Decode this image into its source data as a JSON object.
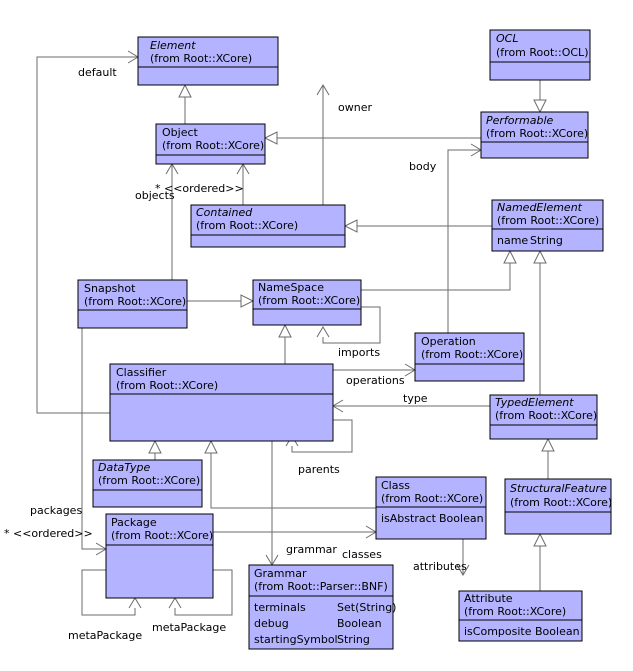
{
  "classes": {
    "element": {
      "name": "Element",
      "from": "(from Root::XCore)",
      "abstract": true
    },
    "ocl": {
      "name": "OCL",
      "from": "(from Root::OCL)",
      "abstract": true
    },
    "object": {
      "name": "Object",
      "from": "(from Root::XCore)",
      "abstract": false
    },
    "performable": {
      "name": "Performable",
      "from": "(from Root::XCore)",
      "abstract": true
    },
    "contained": {
      "name": "Contained",
      "from": "(from Root::XCore)",
      "abstract": true
    },
    "named_element": {
      "name": "NamedElement",
      "from": "(from Root::XCore)",
      "abstract": true,
      "attributes": [
        {
          "name": "name",
          "type": "String"
        }
      ]
    },
    "snapshot": {
      "name": "Snapshot",
      "from": "(from Root::XCore)",
      "abstract": false
    },
    "namespace": {
      "name": "NameSpace",
      "from": "(from Root::XCore)",
      "abstract": false
    },
    "operation": {
      "name": "Operation",
      "from": "(from Root::XCore)",
      "abstract": false
    },
    "classifier": {
      "name": "Classifier",
      "from": "(from Root::XCore)",
      "abstract": false
    },
    "typed_element": {
      "name": "TypedElement",
      "from": "(from Root::XCore)",
      "abstract": true
    },
    "datatype": {
      "name": "DataType",
      "from": "(from Root::XCore)",
      "abstract": true
    },
    "class": {
      "name": "Class",
      "from": "(from Root::XCore)",
      "abstract": false,
      "attributes": [
        {
          "name": "isAbstract",
          "type": "Boolean"
        }
      ]
    },
    "structural_feature": {
      "name": "StructuralFeature",
      "from": "(from Root::XCore)",
      "abstract": true
    },
    "package": {
      "name": "Package",
      "from": "(from Root::XCore)",
      "abstract": false
    },
    "grammar": {
      "name": "Grammar",
      "from": "(from Root::Parser::BNF)",
      "abstract": false,
      "attributes": [
        {
          "name": "terminals",
          "type": "Set(String)"
        },
        {
          "name": "debug",
          "type": "Boolean"
        },
        {
          "name": "startingSymbol",
          "type": "String"
        }
      ]
    },
    "attribute": {
      "name": "Attribute",
      "from": "(from Root::XCore)",
      "abstract": false,
      "attributes": [
        {
          "name": "isComposite",
          "type": "Boolean"
        }
      ]
    }
  },
  "labels": {
    "default": "default",
    "owner": "owner",
    "body": "body",
    "objects": "objects",
    "objects_ordered": "* <<ordered>>",
    "imports": "imports",
    "operations": "operations",
    "type": "type",
    "parents": "parents",
    "packages": "packages",
    "packages_ordered": "* <<ordered>>",
    "grammar": "grammar",
    "classes": "classes",
    "attributes": "attributes",
    "meta_package_1": "metaPackage",
    "meta_package_2": "metaPackage"
  }
}
